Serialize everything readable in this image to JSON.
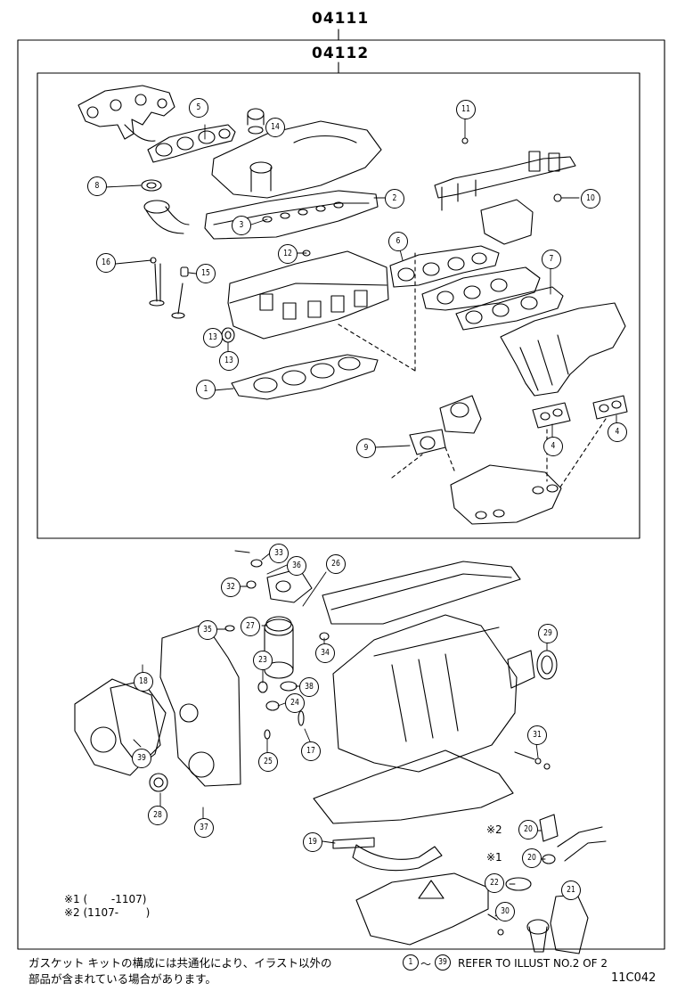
{
  "header": {
    "kit_number": "04111",
    "sub_kit_number": "04112"
  },
  "callouts": [
    {
      "id": "c1",
      "num": "1"
    },
    {
      "id": "c2",
      "num": "2"
    },
    {
      "id": "c3",
      "num": "3"
    },
    {
      "id": "c4a",
      "num": "4"
    },
    {
      "id": "c4b",
      "num": "4"
    },
    {
      "id": "c5",
      "num": "5"
    },
    {
      "id": "c6",
      "num": "6"
    },
    {
      "id": "c7",
      "num": "7"
    },
    {
      "id": "c8",
      "num": "8"
    },
    {
      "id": "c9",
      "num": "9"
    },
    {
      "id": "c10",
      "num": "10"
    },
    {
      "id": "c11",
      "num": "11"
    },
    {
      "id": "c12",
      "num": "12"
    },
    {
      "id": "c13",
      "num": "13"
    },
    {
      "id": "c13b",
      "num": "13"
    },
    {
      "id": "c14",
      "num": "14"
    },
    {
      "id": "c15",
      "num": "15"
    },
    {
      "id": "c16",
      "num": "16"
    },
    {
      "id": "c17",
      "num": "17"
    },
    {
      "id": "c18",
      "num": "18"
    },
    {
      "id": "c19",
      "num": "19"
    },
    {
      "id": "c20a",
      "num": "20"
    },
    {
      "id": "c20b",
      "num": "20"
    },
    {
      "id": "c21",
      "num": "21"
    },
    {
      "id": "c22",
      "num": "22"
    },
    {
      "id": "c23",
      "num": "23"
    },
    {
      "id": "c24",
      "num": "24"
    },
    {
      "id": "c25",
      "num": "25"
    },
    {
      "id": "c26",
      "num": "26"
    },
    {
      "id": "c27",
      "num": "27"
    },
    {
      "id": "c28",
      "num": "28"
    },
    {
      "id": "c29",
      "num": "29"
    },
    {
      "id": "c30",
      "num": "30"
    },
    {
      "id": "c31",
      "num": "31"
    },
    {
      "id": "c32",
      "num": "32"
    },
    {
      "id": "c33",
      "num": "33"
    },
    {
      "id": "c34",
      "num": "34"
    },
    {
      "id": "c35",
      "num": "35"
    },
    {
      "id": "c36",
      "num": "36"
    },
    {
      "id": "c37",
      "num": "37"
    },
    {
      "id": "c38",
      "num": "38"
    },
    {
      "id": "c39",
      "num": "39"
    }
  ],
  "markers": {
    "m20a": "※2",
    "m20b": "※1"
  },
  "notes": {
    "line1": "※1 (       -1107)",
    "line2": "※2 (1107-        )"
  },
  "footer": {
    "jp_line1": "ガスケット キットの構成には共通化により、イラスト以外の",
    "jp_line2": "部品が含まれている場合があります。",
    "ref_from": "1",
    "ref_sep": "～",
    "ref_to": "39",
    "ref_text": "REFER TO ILLUST NO.2 OF 2",
    "illustration_code": "11C042"
  }
}
